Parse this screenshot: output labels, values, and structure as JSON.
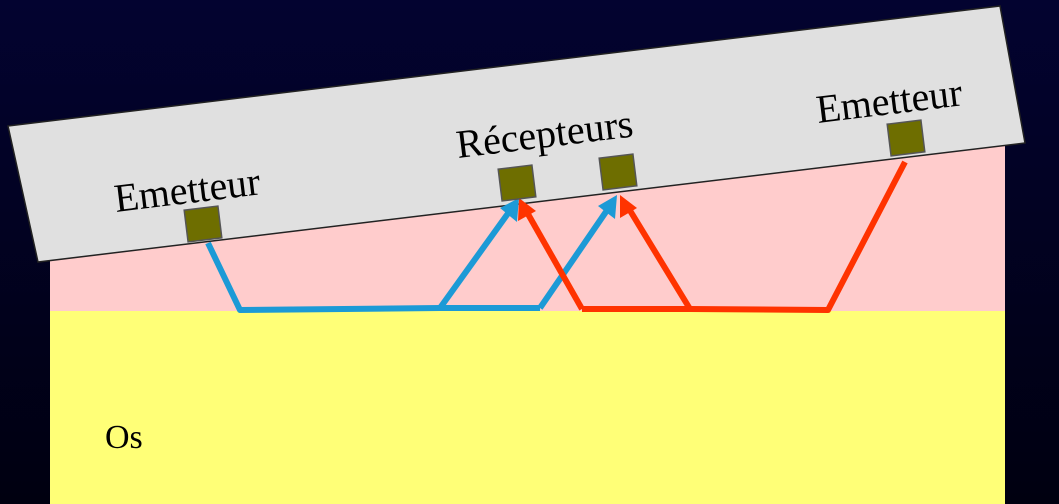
{
  "labels": {
    "emitter_left": "Emetteur",
    "receivers": "Récepteurs",
    "emitter_right": "Emetteur",
    "bone": "Os"
  },
  "colors": {
    "background_top": "#030330",
    "background_bottom": "#000010",
    "probe": "#E0E0E0",
    "soft_tissue": "#FFCCCC",
    "bone": "#FFFF77",
    "transducer": "#6E6E00",
    "path_blue": "#1C9AD6",
    "path_red": "#FF3300"
  }
}
